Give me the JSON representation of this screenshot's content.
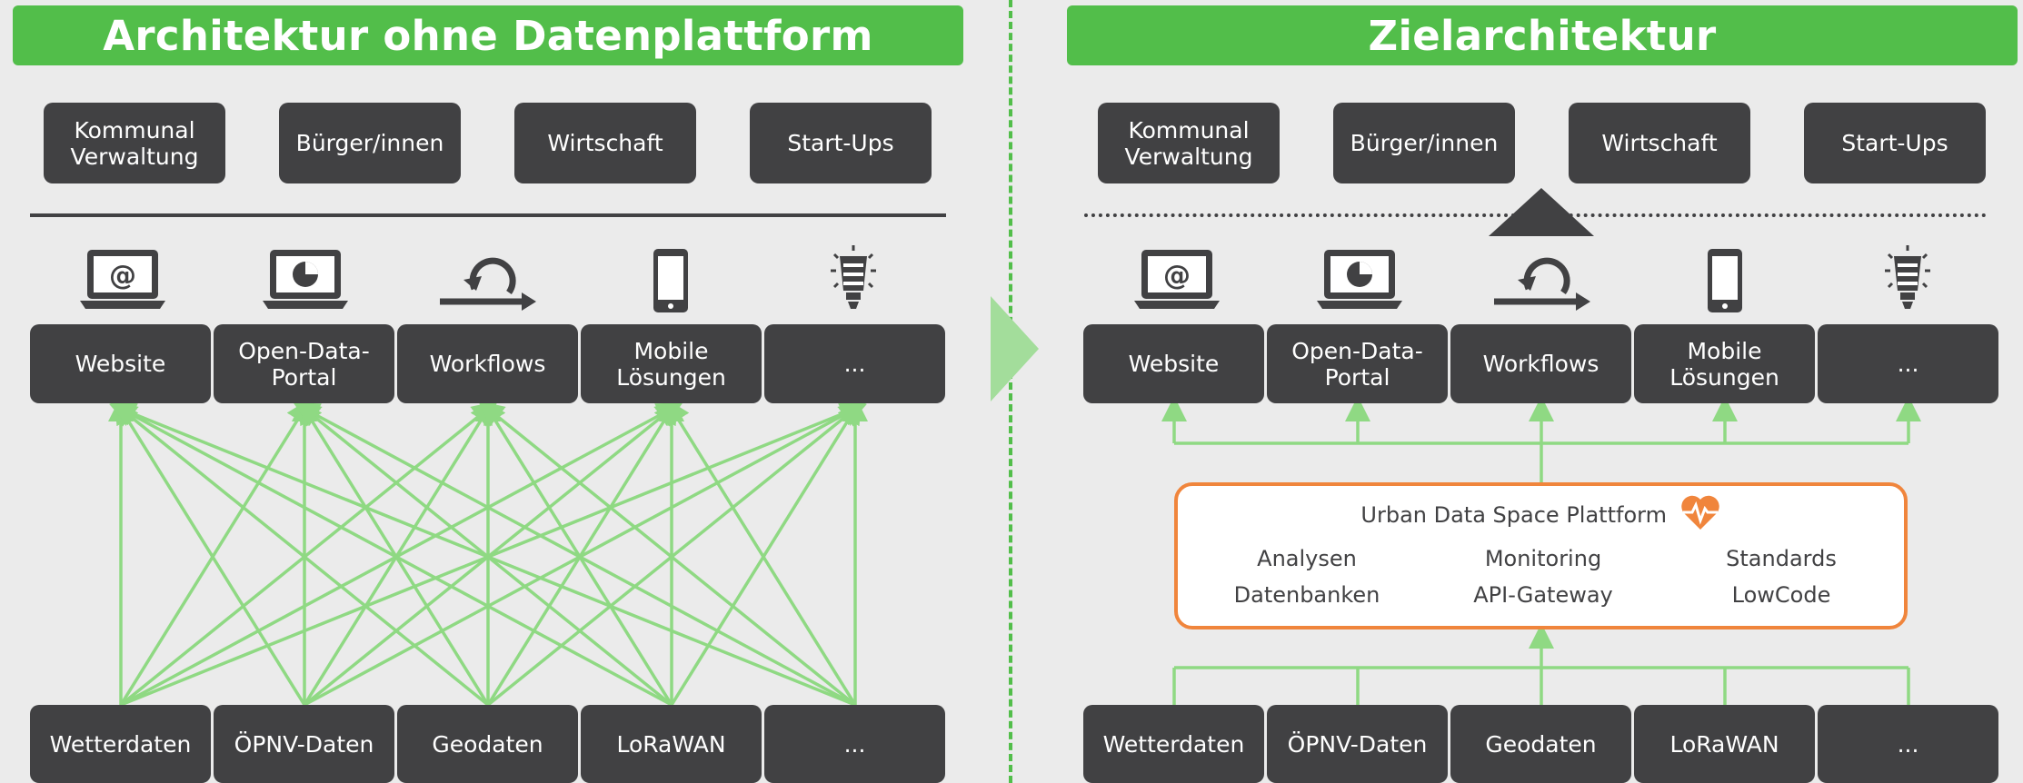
{
  "left": {
    "title": "Architektur ohne Datenplattform",
    "stakeholders": [
      {
        "l1": "Kommunal",
        "l2": "Verwaltung"
      },
      {
        "l1": "Bürger/innen",
        "l2": ""
      },
      {
        "l1": "Wirtschaft",
        "l2": ""
      },
      {
        "l1": "Start-Ups",
        "l2": ""
      }
    ],
    "apps": [
      {
        "l1": "Website",
        "l2": ""
      },
      {
        "l1": "Open-Data-",
        "l2": "Portal"
      },
      {
        "l1": "Workflows",
        "l2": ""
      },
      {
        "l1": "Mobile",
        "l2": "Lösungen"
      },
      {
        "l1": "...",
        "l2": ""
      }
    ],
    "sources": [
      "Wetterdaten",
      "ÖPNV-Daten",
      "Geodaten",
      "LoRaWAN",
      "..."
    ]
  },
  "right": {
    "title": "Zielarchitektur",
    "stakeholders": [
      {
        "l1": "Kommunal",
        "l2": "Verwaltung"
      },
      {
        "l1": "Bürger/innen",
        "l2": ""
      },
      {
        "l1": "Wirtschaft",
        "l2": ""
      },
      {
        "l1": "Start-Ups",
        "l2": ""
      }
    ],
    "apps": [
      {
        "l1": "Website",
        "l2": ""
      },
      {
        "l1": "Open-Data-",
        "l2": "Portal"
      },
      {
        "l1": "Workflows",
        "l2": ""
      },
      {
        "l1": "Mobile",
        "l2": "Lösungen"
      },
      {
        "l1": "...",
        "l2": ""
      }
    ],
    "sources": [
      "Wetterdaten",
      "ÖPNV-Daten",
      "Geodaten",
      "LoRaWAN",
      "..."
    ],
    "platform": {
      "title": "Urban Data Space Plattform",
      "features": [
        "Analysen",
        "Monitoring",
        "Standards",
        "Datenbanken",
        "API-Gateway",
        "LowCode"
      ]
    }
  },
  "icons": [
    "laptop-at-icon",
    "laptop-chart-icon",
    "workflow-loop-icon",
    "smartphone-icon",
    "lightbulb-icon"
  ],
  "colors": {
    "green": "#52be4a",
    "light_green": "#8fd983",
    "dark": "#414143",
    "orange": "#f0853c",
    "background": "#ebebeb"
  }
}
